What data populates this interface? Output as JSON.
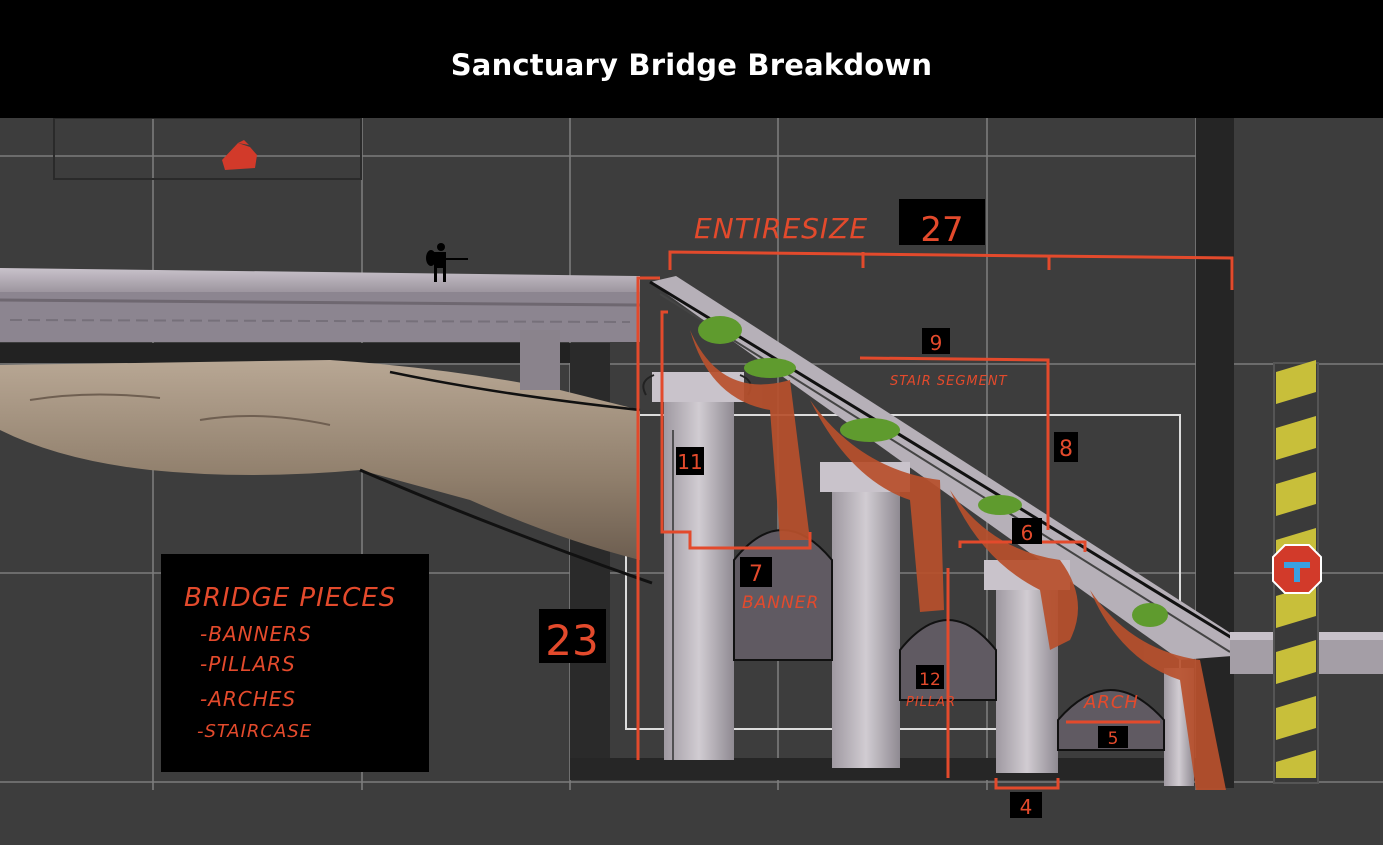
{
  "header": {
    "title": "Sanctuary Bridge Breakdown"
  },
  "annotations": {
    "entire_size_label": "ENTIRESIZE",
    "entire_size_value": "27",
    "height_value": "23",
    "stair_segment_value": "9",
    "stair_segment_label": "STAIR SEGMENT",
    "stair_height_value": "8",
    "pillar_top_value": "11",
    "banner_value": "7",
    "banner_label": "BANNER",
    "arch_top_value": "6",
    "pillar_value": "12",
    "pillar_label": "PILLAR",
    "arch_label": "ARCH",
    "arch_value": "5",
    "pillar_width_value": "4"
  },
  "legend": {
    "title": "BRIDGE PIECES",
    "items": [
      "-BANNERS",
      "-PILLARS",
      "-ARCHES",
      "-STAIRCASE"
    ]
  },
  "colors": {
    "annotation": "#e34a2c",
    "grid_background": "#3d3d3d",
    "grid_line": "#7a7a7a",
    "hazard_yellow": "#c8bf3a",
    "stone": "#b9b3bb",
    "banner": "#b8502c",
    "moss": "#5f9b2e"
  },
  "icons": {
    "camera": "camera-icon",
    "checkpoint": "checkpoint-icon",
    "player": "player-silhouette"
  }
}
